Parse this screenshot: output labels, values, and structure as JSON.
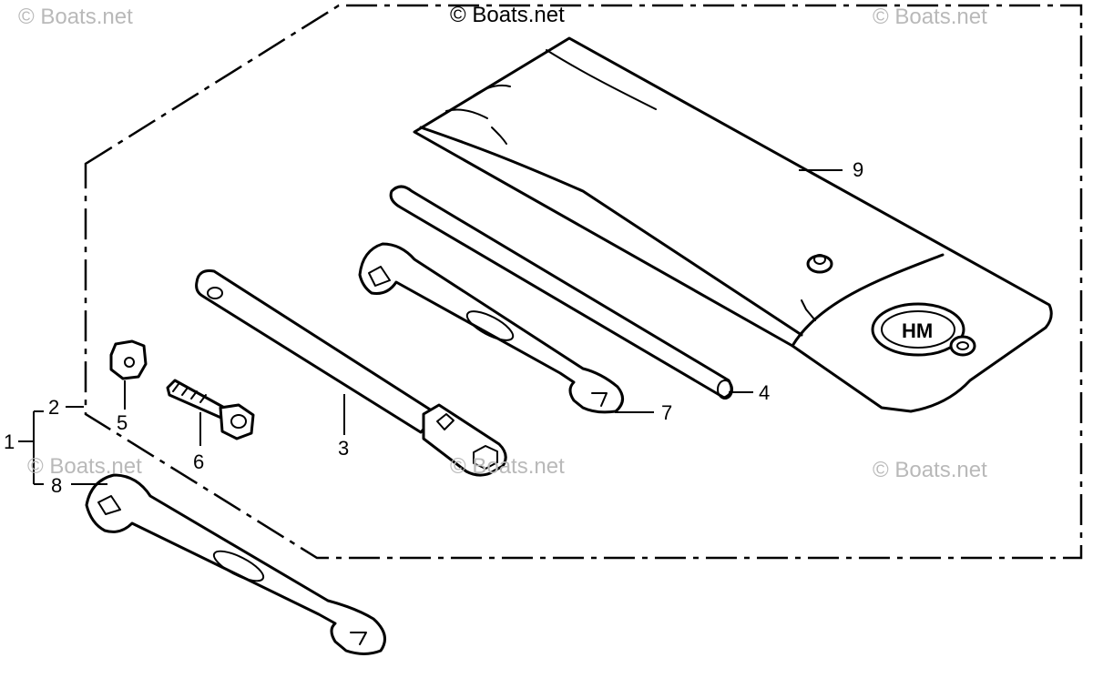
{
  "watermarks": {
    "top_left": "© Boats.net",
    "top_center": "© Boats.net",
    "top_right": "© Boats.net",
    "mid_left": "© Boats.net",
    "mid_center": "© Boats.net",
    "mid_right": "© Boats.net"
  },
  "callouts": {
    "c1": "1",
    "c2": "2",
    "c3": "3",
    "c4": "4",
    "c5": "5",
    "c6": "6",
    "c7": "7",
    "c8": "8",
    "c9": "9"
  },
  "logo_text": "HM"
}
